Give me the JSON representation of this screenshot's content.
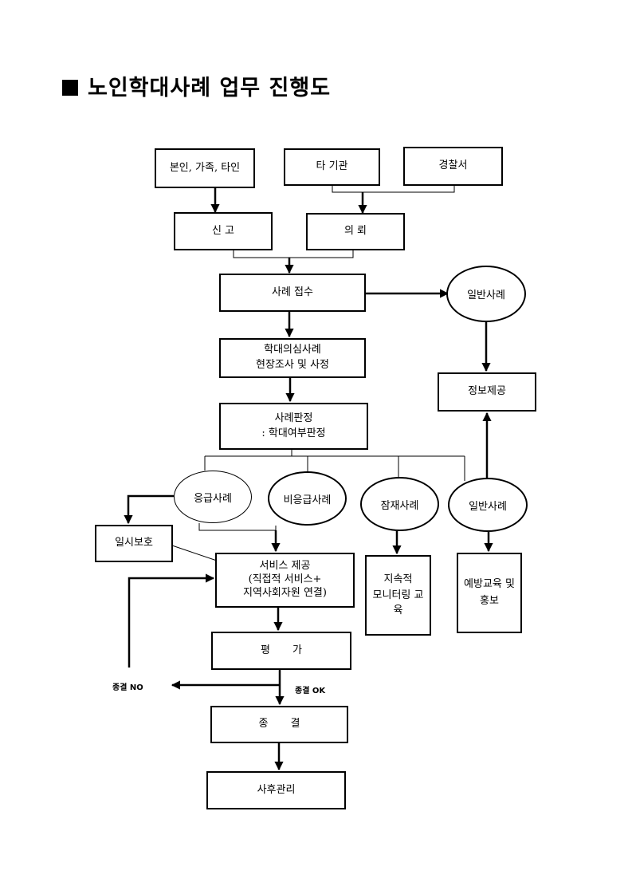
{
  "title": "노인학대사례 업무 진행도",
  "nodes": {
    "reporter": "본인, 가족, 타인",
    "other_agency": "타 기관",
    "police": "경찰서",
    "report": "신 고",
    "request": "의 뢰",
    "case_intake": "사례 접수",
    "general_case_top": "일반사례",
    "info_provision": "정보제공",
    "investigation": "학대의심사례\n현장조사 및 사정",
    "case_judgment": "사례판정\n: 학대여부판정",
    "emergency_case": "응급사례",
    "non_emergency_case": "비응급사례",
    "potential_case": "잠재사례",
    "general_case": "일반사례",
    "temporary_protection": "일시보호",
    "service_provision": "서비스 제공\n(직접적 서비스+\n지역사회자원 연결)",
    "continuous_monitoring": "지속적\n모니터링 교\n육",
    "prevention_education": "예방교육 및\n홍보",
    "evaluation": "평 가",
    "closure": "종 결",
    "aftercare": "사후관리"
  },
  "edge_labels": {
    "closure_no": "종결 NO",
    "closure_ok": "종결 OK"
  }
}
